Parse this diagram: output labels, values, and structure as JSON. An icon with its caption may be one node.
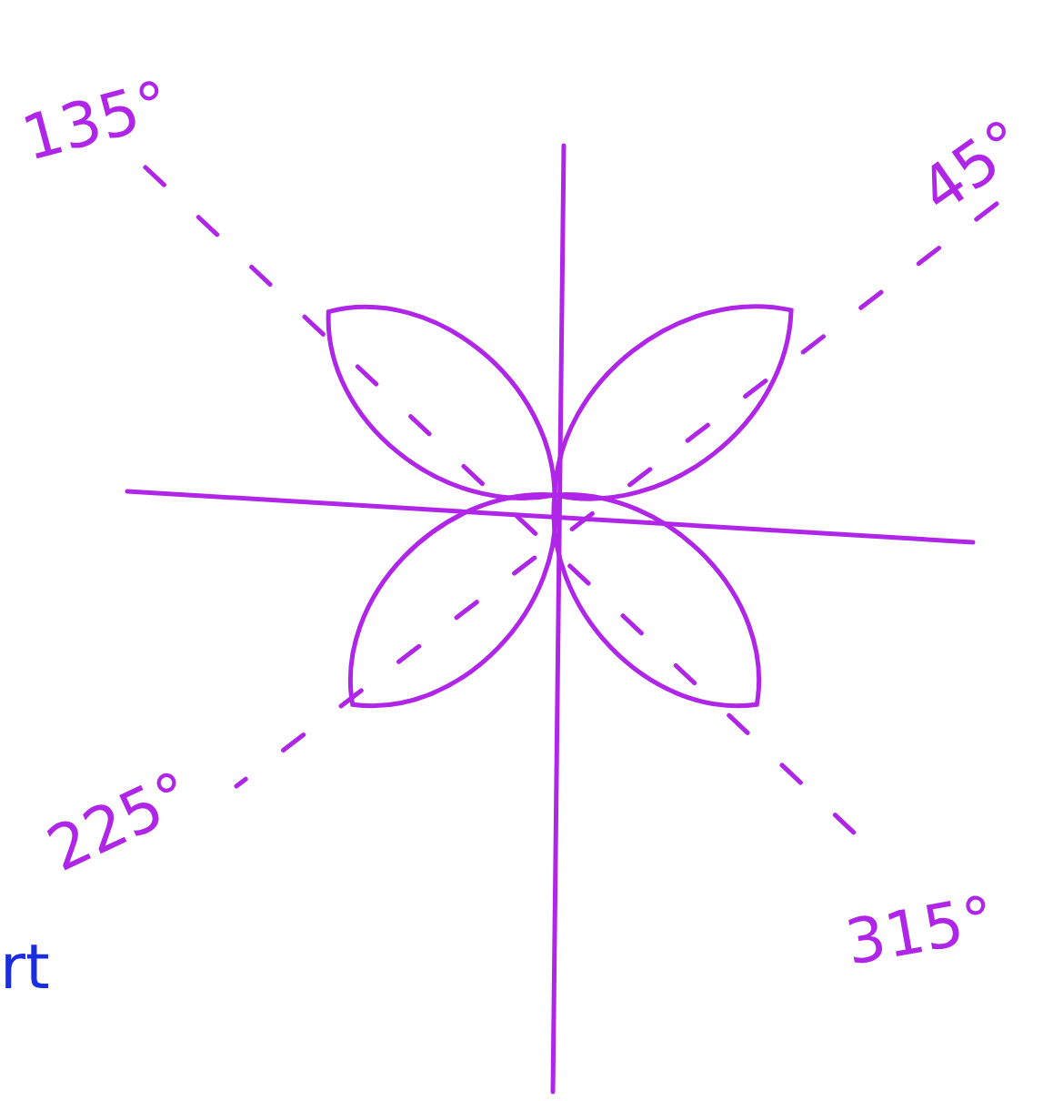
{
  "diagram": {
    "labels": [
      "135°",
      "45°",
      "225°",
      "315°",
      "rt"
    ]
  }
}
